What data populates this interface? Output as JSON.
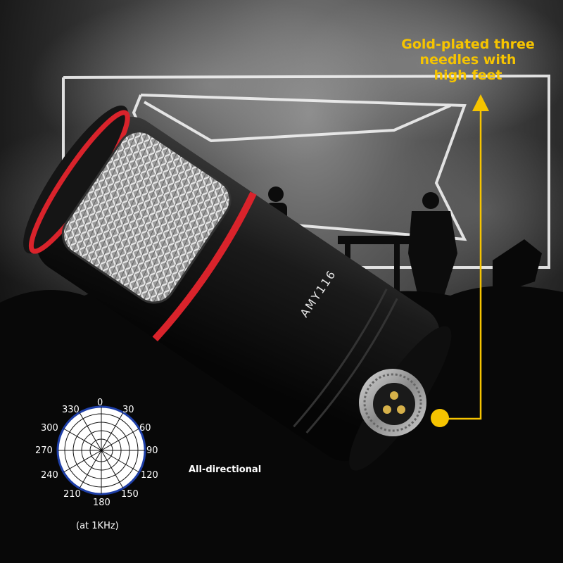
{
  "callout": {
    "lines": [
      "Gold-plated three",
      "needles with",
      "high feet"
    ],
    "color": "#f6c400"
  },
  "mic": {
    "model": "AMY116",
    "accent_color": "#d9232b"
  },
  "polar": {
    "angles": [
      "0",
      "30",
      "60",
      "90",
      "120",
      "150",
      "180",
      "210",
      "240",
      "270",
      "300",
      "330"
    ],
    "pattern": "All-directional",
    "frequency": "(at 1KHz)",
    "ring_color": "#1e3fa8"
  }
}
